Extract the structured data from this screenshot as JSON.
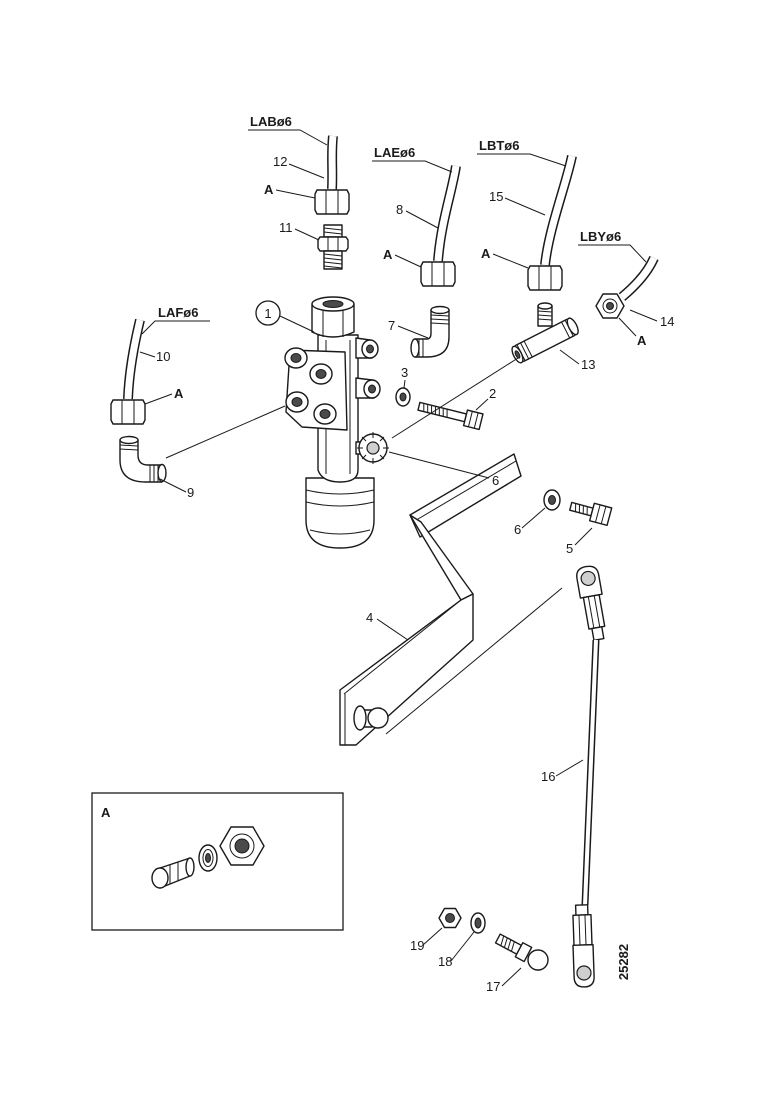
{
  "figure": {
    "pipe_labels": {
      "lab": "LABø6",
      "lae": "LAEø6",
      "lbt": "LBTø6",
      "lby": "LBYø6",
      "laf": "LAFø6"
    },
    "callouts": {
      "c1": "1",
      "c2": "2",
      "c3": "3",
      "c4": "4",
      "c5": "5",
      "c6a": "6",
      "c6b": "6",
      "c7": "7",
      "c8": "8",
      "c9": "9",
      "c10": "10",
      "c11": "11",
      "c12": "12",
      "c13": "13",
      "c14": "14",
      "c15": "15",
      "c16": "16",
      "c17": "17",
      "c18": "18",
      "c19": "19"
    },
    "detail_refs": [
      "A",
      "A",
      "A",
      "A",
      "A"
    ],
    "inset_title": "A",
    "drawing_number": "25282"
  }
}
